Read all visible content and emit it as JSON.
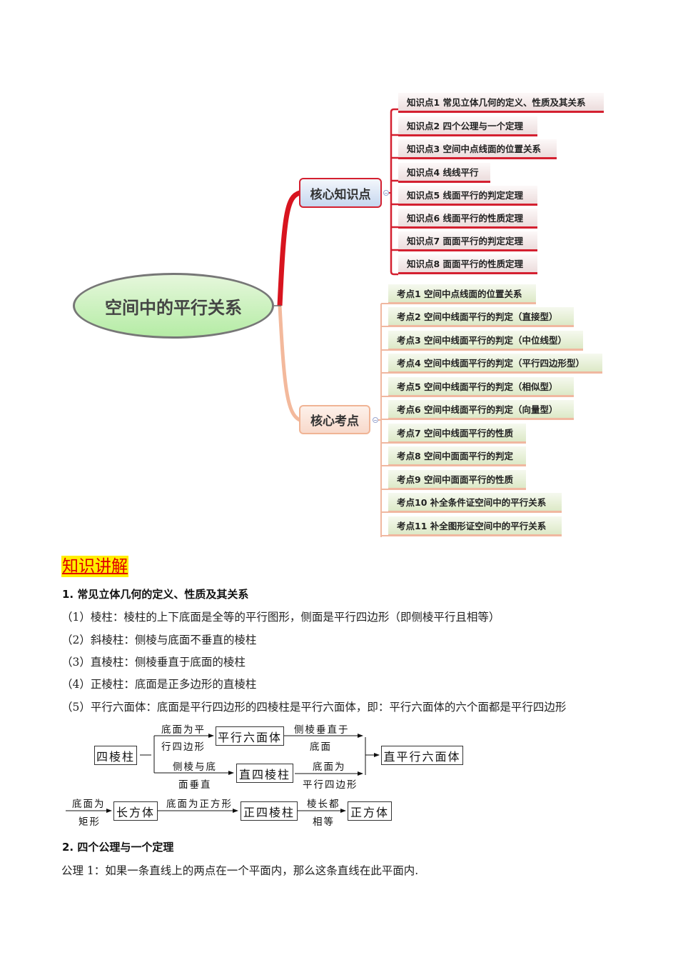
{
  "mindmap": {
    "root": "空间中的平行关系",
    "branches": [
      {
        "label": "核心知识点",
        "color": "#d42030",
        "items": [
          "知识点1 常见立体几何的定义、性质及其关系",
          "知识点2 四个公理与一个定理",
          "知识点3 空间中点线面的位置关系",
          "知识点4 线线平行",
          "知识点5 线面平行的判定定理",
          "知识点6 线面平行的性质定理",
          "知识点7 面面平行的判定定理",
          "知识点8 面面平行的性质定理"
        ]
      },
      {
        "label": "核心考点",
        "color": "#f0b495",
        "items": [
          "考点1 空间中点线面的位置关系",
          "考点2 空间中线面平行的判定（直接型）",
          "考点3 空间中线面平行的判定（中位线型）",
          "考点4 空间中线面平行的判定（平行四边形型）",
          "考点5 空间中线面平行的判定（相似型）",
          "考点6 空间中线面平行的判定（向量型）",
          "考点7 空间中线面平行的性质",
          "考点8 空间中面面平行的判定",
          "考点9 空间中面面平行的性质",
          "考点10 补全条件证空间中的平行关系",
          "考点11 补全图形证空间中的平行关系"
        ]
      }
    ]
  },
  "content": {
    "heading": "知识讲解",
    "section1": {
      "title": "1.  常见立体几何的定义、性质及其关系",
      "items": [
        "（1）棱柱：棱柱的上下底面是全等的平行图形，侧面是平行四边形（即侧棱平行且相等）",
        "（2）斜棱柱：侧棱与底面不垂直的棱柱",
        "（3）直棱柱：侧棱垂直于底面的棱柱",
        "（4）正棱柱：底面是正多边形的直棱柱",
        "（5）平行六面体：底面是平行四边形的四棱柱是平行六面体，即：平行六面体的六个面都是平行四边形"
      ]
    },
    "flow": {
      "boxes": {
        "quad_prism": "四棱柱",
        "parallelepiped": "平行六面体",
        "right_quad_prism": "直四棱柱",
        "right_parallelepiped": "直平行六面体",
        "cuboid": "长方体",
        "regular_quad_prism": "正四棱柱",
        "cube": "正方体"
      },
      "labels": {
        "to_parallelepiped_top": "底面为平",
        "to_parallelepiped_bottom": "行四边形",
        "para_to_right_top": "侧棱垂直于",
        "para_to_right_bottom": "底面",
        "to_right_quad_top": "侧棱与底",
        "to_right_quad_bottom": "面垂直",
        "rq_to_right_top": "底面为",
        "rq_to_right_bottom": "平行四边形",
        "to_cuboid_top": "底面为",
        "to_cuboid_bottom": "矩形",
        "cuboid_to_regular": "底面为正方形",
        "to_cube_top": "棱长都",
        "to_cube_bottom": "相等"
      }
    },
    "section2": {
      "title": "2.  四个公理与一个定理",
      "axiom1": "公理 1：如果一条直线上的两点在一个平面内，那么这条直线在此平面内."
    }
  }
}
